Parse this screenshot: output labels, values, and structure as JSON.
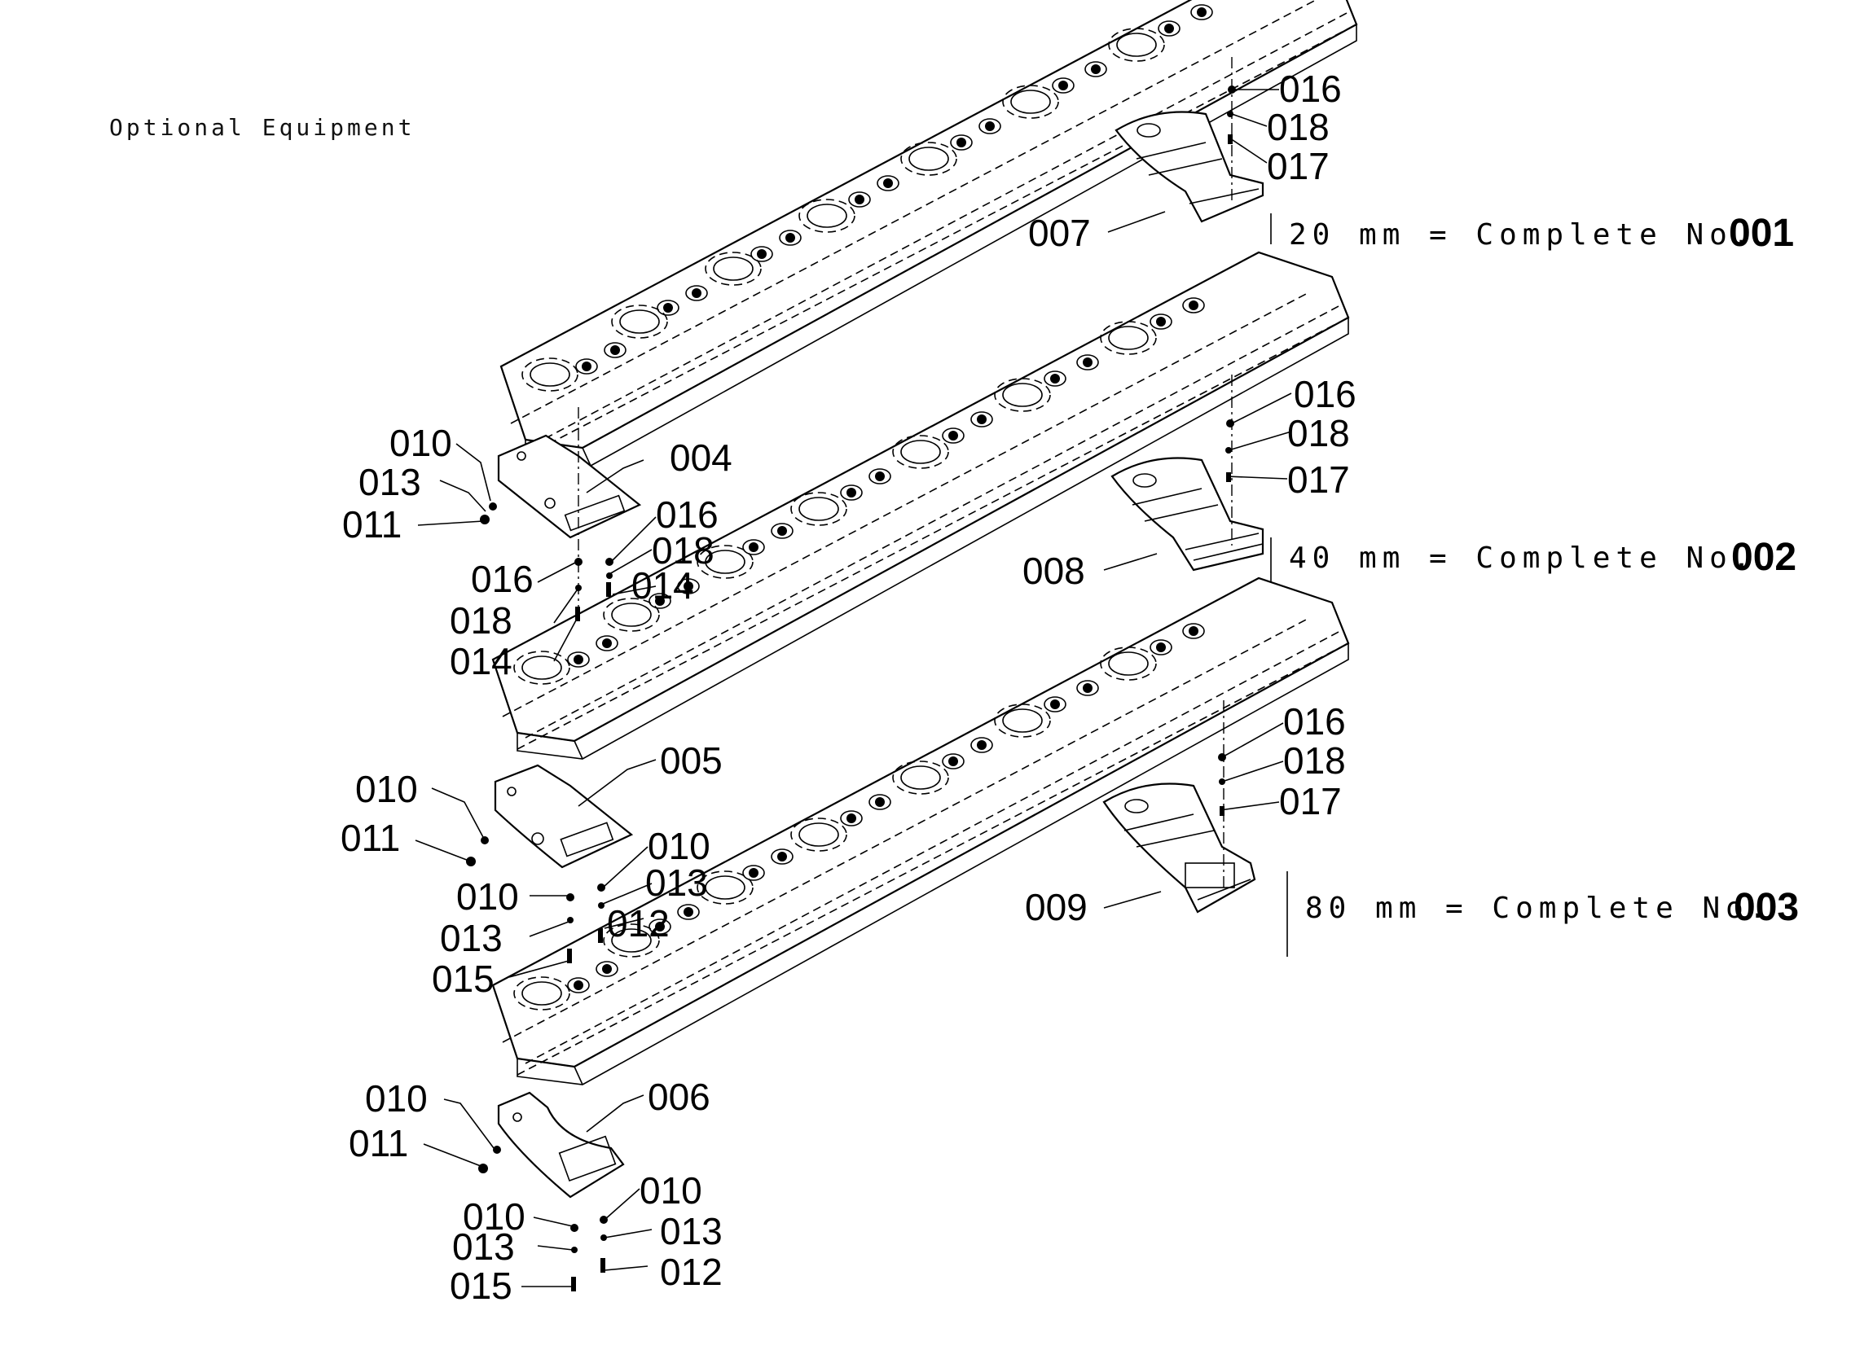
{
  "heading": "Optional Equipment",
  "callouts": {
    "c001": {
      "text": "016"
    },
    "c002": {
      "text": "018"
    },
    "c003": {
      "text": "017"
    },
    "c004": {
      "text": "007"
    },
    "c005": {
      "text": "016"
    },
    "c006": {
      "text": "018"
    },
    "c007": {
      "text": "017"
    },
    "c008": {
      "text": "008"
    },
    "c009": {
      "text": "016"
    },
    "c010": {
      "text": "018"
    },
    "c011": {
      "text": "017"
    },
    "c012": {
      "text": "009"
    },
    "c013": {
      "text": "010"
    },
    "c014": {
      "text": "013"
    },
    "c015": {
      "text": "011"
    },
    "c016": {
      "text": "004"
    },
    "c017": {
      "text": "016"
    },
    "c018": {
      "text": "018"
    },
    "c019": {
      "text": "014"
    },
    "c020": {
      "text": "016"
    },
    "c021": {
      "text": "018"
    },
    "c022": {
      "text": "014"
    },
    "c023": {
      "text": "010"
    },
    "c024": {
      "text": "011"
    },
    "c025": {
      "text": "005"
    },
    "c026": {
      "text": "010"
    },
    "c027": {
      "text": "013"
    },
    "c028": {
      "text": "012"
    },
    "c029": {
      "text": "010"
    },
    "c030": {
      "text": "013"
    },
    "c031": {
      "text": "015"
    },
    "c032": {
      "text": "010"
    },
    "c033": {
      "text": "011"
    },
    "c034": {
      "text": "006"
    },
    "c035": {
      "text": "010"
    },
    "c036": {
      "text": "013"
    },
    "c037": {
      "text": "012"
    },
    "c038": {
      "text": "010"
    },
    "c039": {
      "text": "013"
    },
    "c040": {
      "text": "015"
    }
  },
  "specs": [
    {
      "text": "20  mm  =  Complete  No.",
      "no": "001"
    },
    {
      "text": "40  mm  =  Complete  No.",
      "no": "002"
    },
    {
      "text": "80  mm  =  Complete  No.",
      "no": "003"
    }
  ]
}
